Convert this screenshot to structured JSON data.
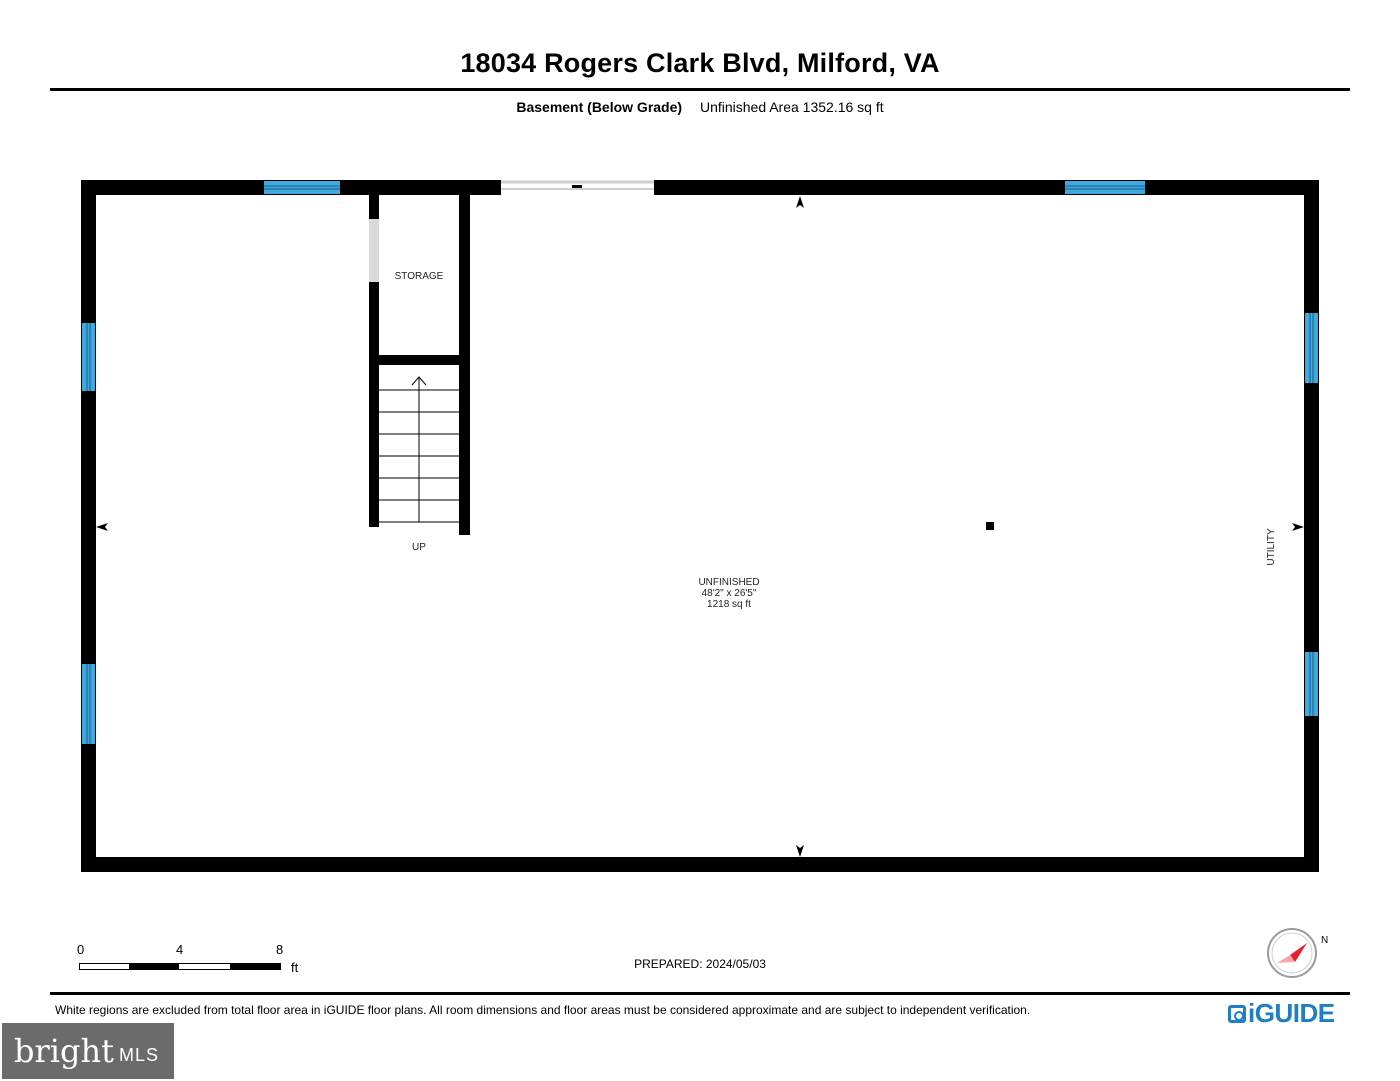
{
  "header": {
    "title": "18034 Rogers Clark Blvd, Milford, VA",
    "level_name": "Basement (Below Grade)",
    "area_text": "Unfinished Area 1352.16 sq ft"
  },
  "rooms": {
    "storage": {
      "name": "STORAGE"
    },
    "stairs": {
      "direction": "UP"
    },
    "unfinished": {
      "name": "UNFINISHED",
      "dimensions": "48'2\" x 26'5\"",
      "area": "1218 sq ft"
    },
    "utility": {
      "name": "UTILITY"
    }
  },
  "scale": {
    "ticks": [
      "0",
      "4",
      "8"
    ],
    "unit": "ft"
  },
  "footer": {
    "prepared": "PREPARED: 2024/05/03",
    "disclaimer": "White regions are excluded from total floor area in iGUIDE floor plans. All room dimensions and floor areas must be considered approximate and are subject to independent verification.",
    "compass_label": "N",
    "logo_text": "iGUIDE",
    "mls_brand": "bright",
    "mls_suffix": "MLS"
  },
  "colors": {
    "wall": "#000000",
    "window": "#3fa9e0",
    "door_opening": "#d9d9d9",
    "compass_needle": "#e8202a",
    "logo": "#1e7fc4"
  }
}
